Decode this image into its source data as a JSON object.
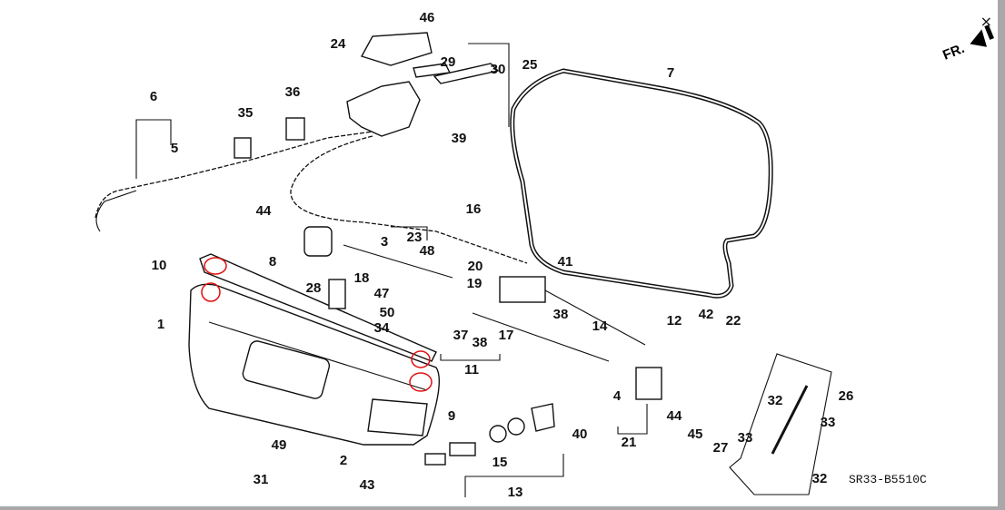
{
  "diagram": {
    "direction_label": "FR.",
    "code": "SR33-B5510C",
    "close_symbol": "×",
    "callouts": [
      "46",
      "24",
      "29",
      "30",
      "25",
      "7",
      "6",
      "36",
      "35",
      "5",
      "39",
      "44",
      "16",
      "3",
      "23",
      "48",
      "20",
      "41",
      "10",
      "8",
      "18",
      "19",
      "28",
      "47",
      "50",
      "12",
      "14",
      "38",
      "42",
      "22",
      "1",
      "34",
      "37",
      "38",
      "17",
      "11",
      "9",
      "4",
      "32",
      "26",
      "33",
      "40",
      "44",
      "45",
      "21",
      "27",
      "33",
      "49",
      "2",
      "15",
      "31",
      "43",
      "13",
      "32"
    ],
    "highlight_color": "#e01010"
  }
}
